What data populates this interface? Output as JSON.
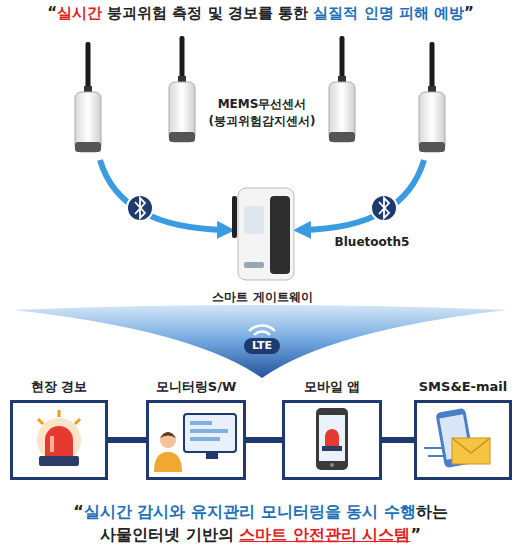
{
  "diagram": {
    "title": "“실시간 붕괴위험 측정 및 경보를 통한 실질적 인명 피해 예방”",
    "caption": "“실시간 감시와 유지관리 모니터링을 동시 수행하는 사물인터넷 기반의 스마트 안전관리 시스템”",
    "nodes": [
      {
        "text": [
          "스마트 게이트웨이"
        ]
      },
      {
        "text": [
          "현장 경보"
        ]
      },
      {
        "text": [
          "모니터링S/W"
        ]
      },
      {
        "text": [
          "모바일 앱"
        ]
      },
      {
        "text": [
          "SMS&E-mail"
        ]
      }
    ],
    "edges": [
      {
        "from": 1,
        "to": 2,
        "arrow": "none"
      },
      {
        "from": 2,
        "to": 3,
        "arrow": "none"
      },
      {
        "from": 3,
        "to": 4,
        "arrow": "none"
      }
    ],
    "labels": [
      "MEMS무선센서 (붕괴위험감지센서)",
      "Bluetooth5",
      "LTE"
    ]
  }
}
